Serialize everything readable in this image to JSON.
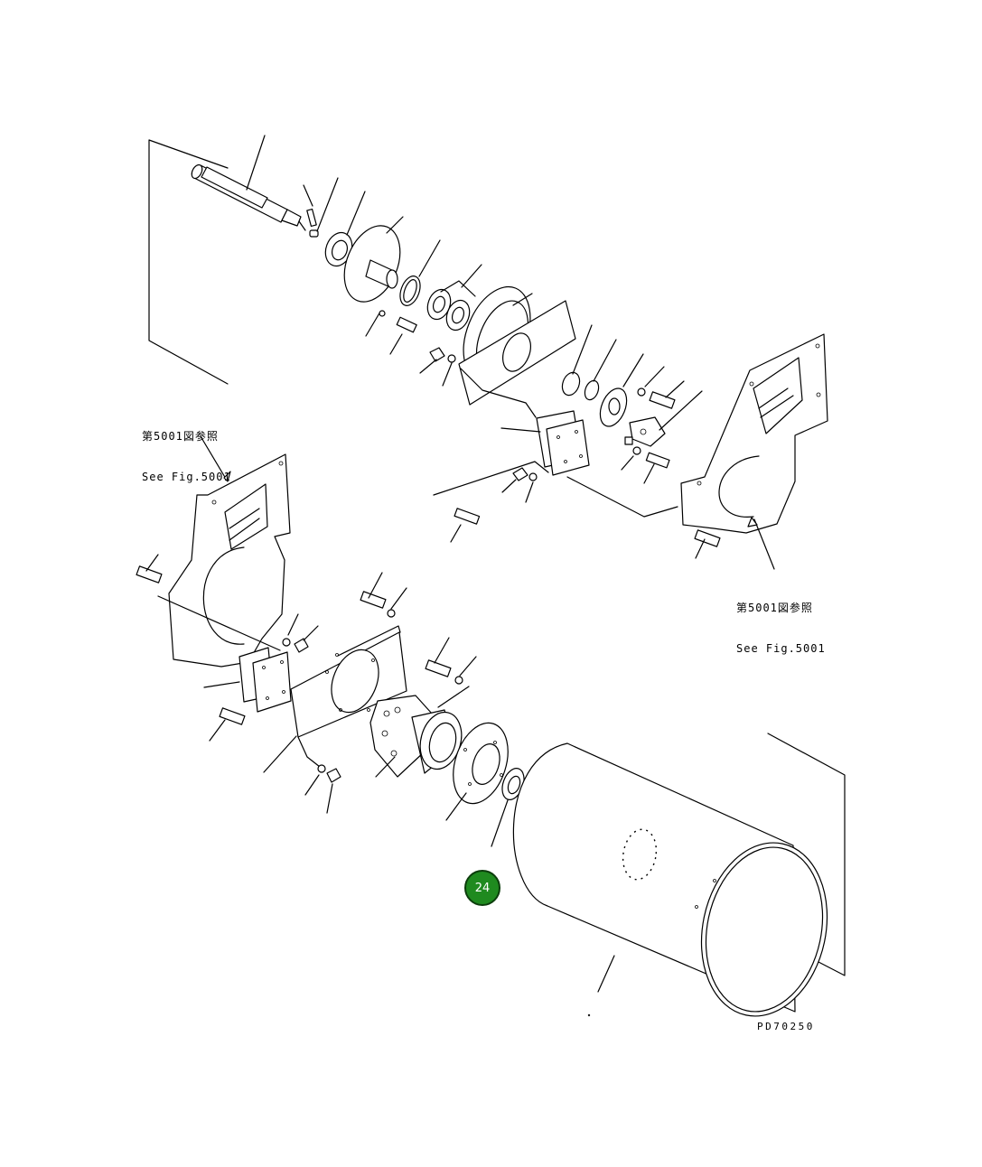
{
  "diagram": {
    "references": [
      {
        "jp": "第5001図参照",
        "en": "See Fig.5001"
      },
      {
        "jp": "第5001図参照",
        "en": "See Fig.5001"
      }
    ],
    "callout": {
      "number": "24",
      "color": "#1f8a1f"
    },
    "drawing_code": "PD70250"
  }
}
